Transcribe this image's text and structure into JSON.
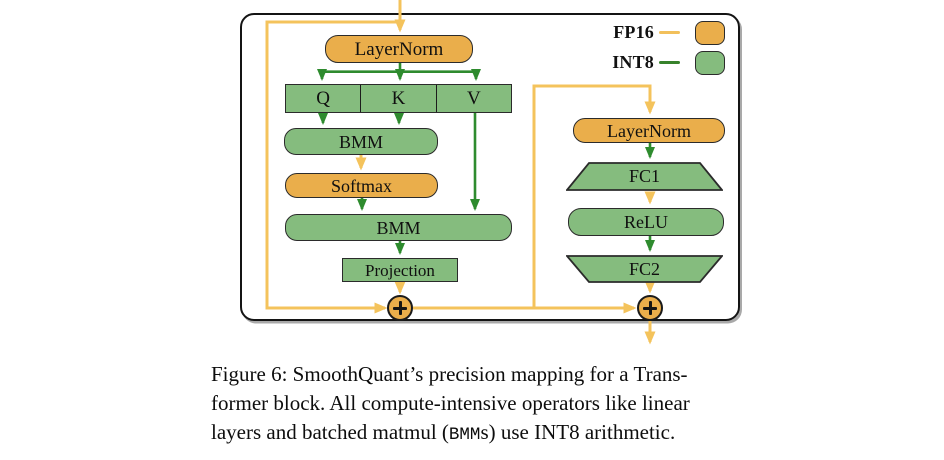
{
  "figure": {
    "legend": [
      {
        "label": "FP16",
        "line_color": "#F2C05B",
        "fill_color": "#EAAE4B"
      },
      {
        "label": "INT8",
        "line_color": "#37822B",
        "fill_color": "#85BC7E"
      }
    ],
    "attention_branch": {
      "layernorm": "LayerNorm",
      "qkv": [
        "Q",
        "K",
        "V"
      ],
      "bmm_qk": "BMM",
      "softmax": "Softmax",
      "bmm_pv": "BMM",
      "projection": "Projection"
    },
    "ffn_branch": {
      "layernorm": "LayerNorm",
      "fc1": "FC1",
      "relu": "ReLU",
      "fc2": "FC2"
    },
    "icons": {
      "residual_add": "circled-plus"
    }
  },
  "caption": {
    "line1": "Figure 6: SmoothQuant’s precision mapping for a Trans-",
    "line2": "former block. All compute-intensive operators like linear",
    "line3_pre": "layers and batched matmul (",
    "line3_code": "BMM",
    "line3_post": "s) use INT8 arithmetic."
  }
}
